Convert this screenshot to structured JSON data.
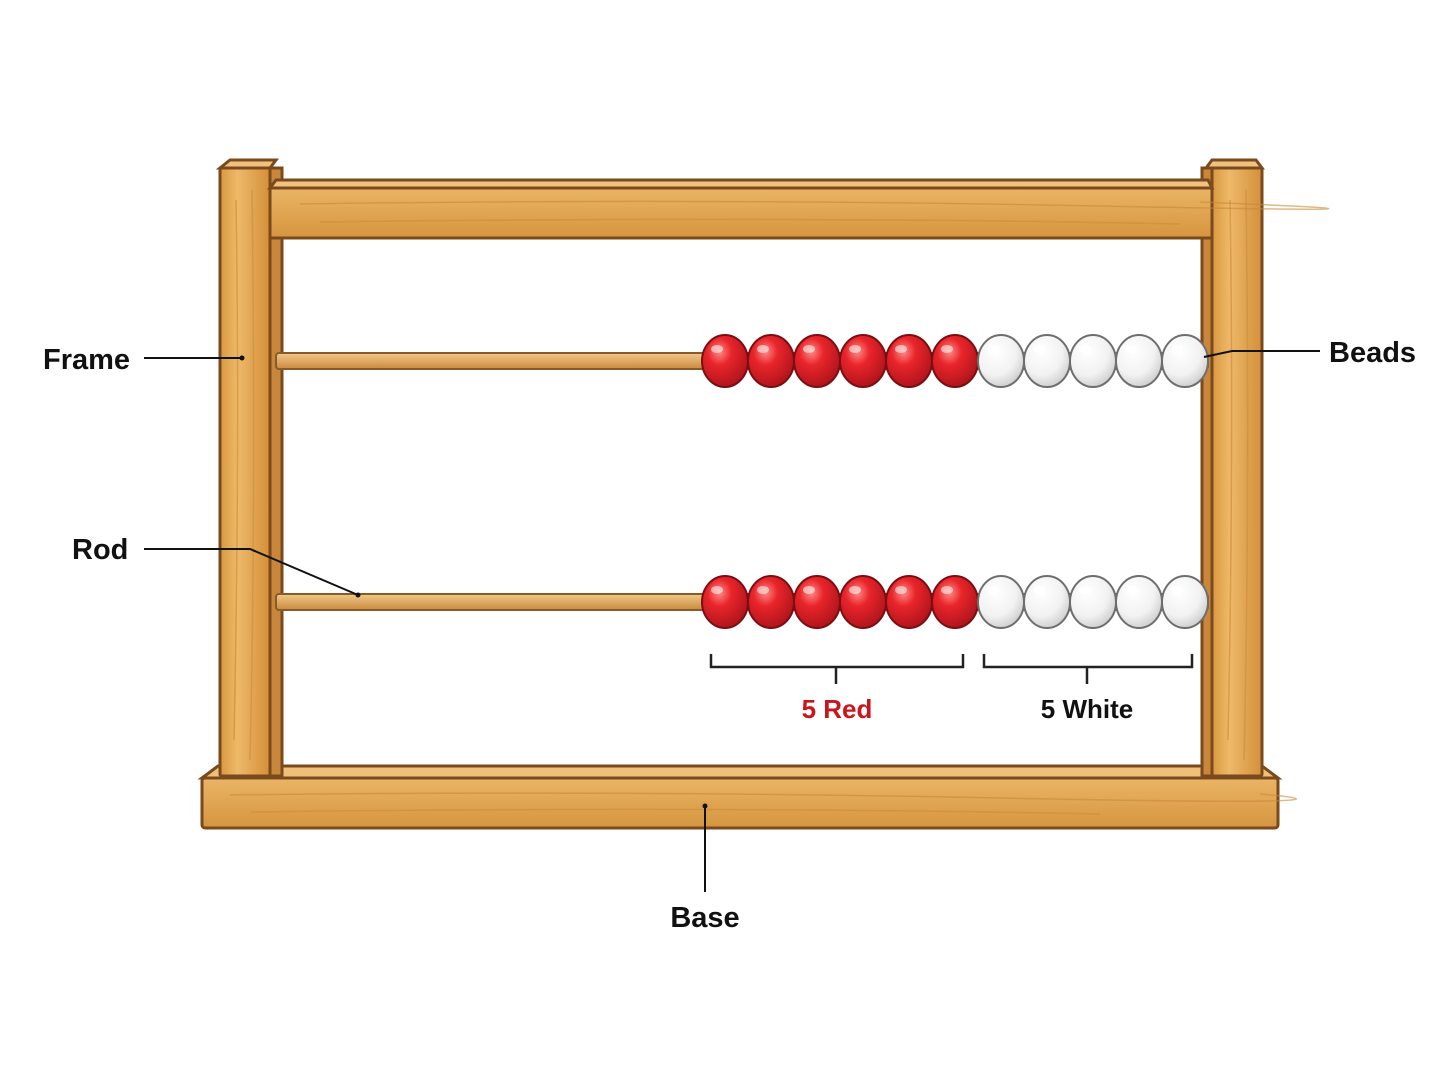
{
  "labels": {
    "frame": "Frame",
    "rod": "Rod",
    "beads": "Beads",
    "base": "Base",
    "red_group": "5 Red",
    "white_group": "5 White"
  },
  "colors": {
    "wood": "#E4A958",
    "wood_outline": "#7A4A1E",
    "bead_red": "#E3262B",
    "bead_white": "#F4F4F4",
    "red_text": "#C8161D",
    "text": "#111111"
  },
  "rods": [
    {
      "red_beads": 6,
      "white_beads": 5
    },
    {
      "red_beads": 6,
      "white_beads": 5
    }
  ]
}
